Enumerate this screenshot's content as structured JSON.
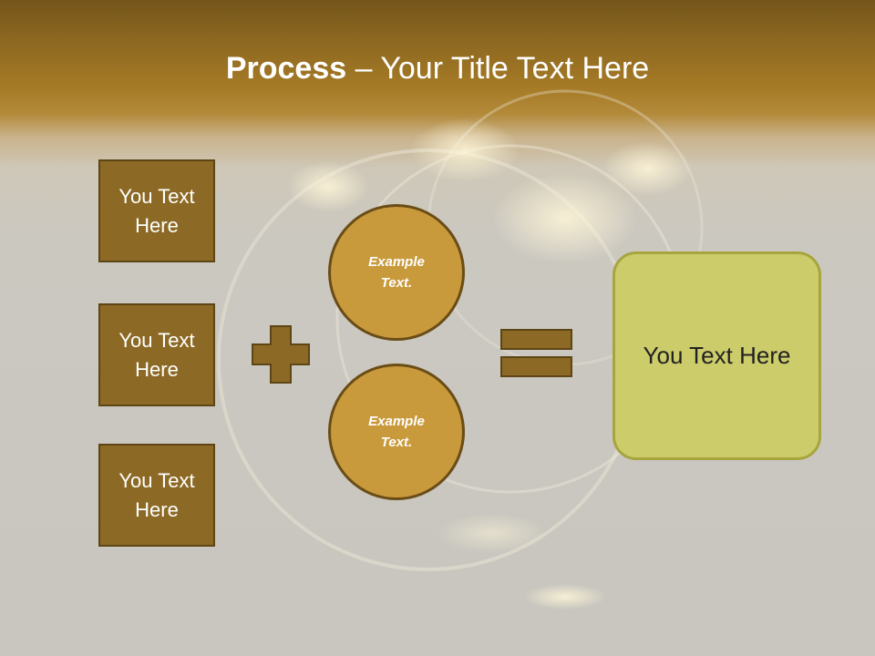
{
  "title": {
    "bold": "Process",
    "rest": " – Your Title Text Here"
  },
  "left_boxes": [
    "You Text\nHere",
    "You Text\nHere",
    "You Text\nHere"
  ],
  "circles": [
    "Example\nText.",
    "Example\nText."
  ],
  "result_box": "You Text Here",
  "colors": {
    "box_fill": "#8c6a25",
    "circle_fill": "#c99a3c",
    "result_fill": "#cccc6b",
    "operator_fill": "#8c6a25"
  },
  "icons": {
    "plus": "plus-icon",
    "equals": "equals-icon"
  }
}
